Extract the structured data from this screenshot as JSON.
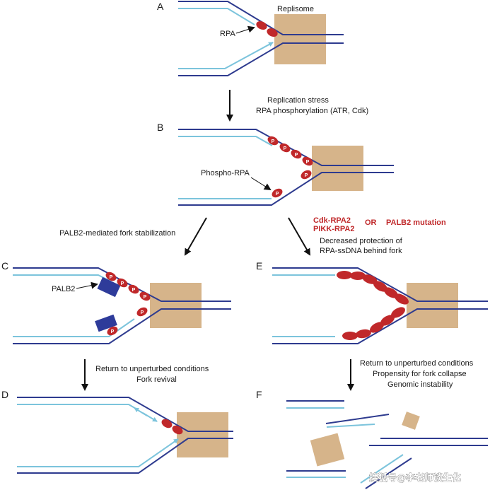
{
  "colors": {
    "parental_strand": "#2e3b8f",
    "nascent_strand": "#7cc4dc",
    "rpa": "#c0282a",
    "replisome": "#d6b48a",
    "palb2": "#2e3b9a",
    "arrow": "#111111"
  },
  "panels": {
    "a": {
      "letter": "A",
      "replisome_label": "Replisome",
      "rpa_label": "RPA"
    },
    "b": {
      "letter": "B",
      "phospho_label": "Phospho-RPA"
    },
    "c": {
      "letter": "C",
      "palb2_label": "PALB2"
    },
    "d": {
      "letter": "D"
    },
    "e": {
      "letter": "E"
    },
    "f": {
      "letter": "F"
    }
  },
  "phospho_mark": "P",
  "transitions": {
    "a_to_b": [
      "Replication stress",
      "RPA phosphorylation (ATR, Cdk)"
    ],
    "b_to_c": "PALB2-mediated fork stabilization",
    "b_to_e": {
      "mutation_line1": "Cdk-RPA2",
      "mutation_line2": "PIKK-RPA2",
      "or_word": "OR",
      "palb2_mutation": "PALB2 mutation",
      "description": [
        "Decreased protection of",
        "RPA-ssDNA behind fork"
      ]
    },
    "c_to_d": [
      "Return to unperturbed conditions",
      "Fork revival"
    ],
    "e_to_f": [
      "Return to unperturbed conditions",
      "Propensity for fork collapse",
      "Genomic instability"
    ]
  },
  "watermark": "搜狐号@李老师谈生化"
}
